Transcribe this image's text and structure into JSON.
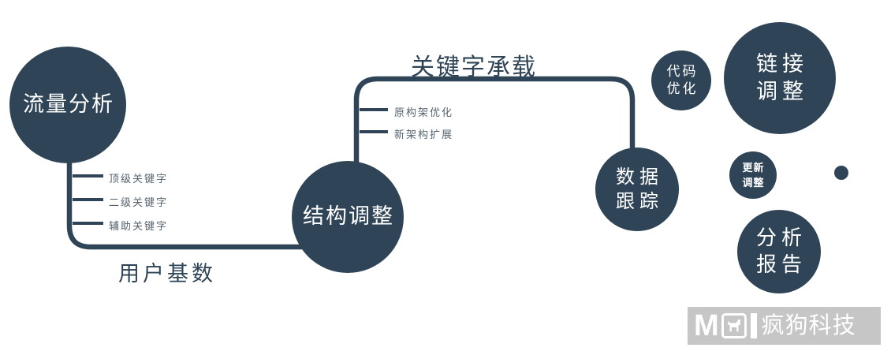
{
  "colors": {
    "primary": "#2f4456",
    "label_text": "#55636f",
    "title_text": "#2e4456",
    "logo_bg": "#c6c6c6"
  },
  "diagram": {
    "nodes": {
      "traffic": {
        "label": "流量分析"
      },
      "structure": {
        "label": "结构调整"
      },
      "data_tracking": {
        "line1": "数据",
        "line2": "跟踪"
      },
      "code_opt": {
        "line1": "代码",
        "line2": "优化"
      },
      "link_adjust": {
        "line1": "链接",
        "line2": "调整"
      },
      "update_adjust": {
        "line1": "更新",
        "line2": "调整"
      },
      "report": {
        "line1": "分析",
        "line2": "报告"
      }
    },
    "edge_labels": {
      "user_base": "用户基数",
      "keyword_carry": "关键字承载"
    },
    "branches": {
      "traffic": [
        "顶级关键字",
        "二级关键字",
        "辅助关键字"
      ],
      "structure": [
        "原构架优化",
        "新架构扩展"
      ]
    }
  },
  "logo": {
    "letter": "M",
    "brand": "疯狗科技"
  }
}
